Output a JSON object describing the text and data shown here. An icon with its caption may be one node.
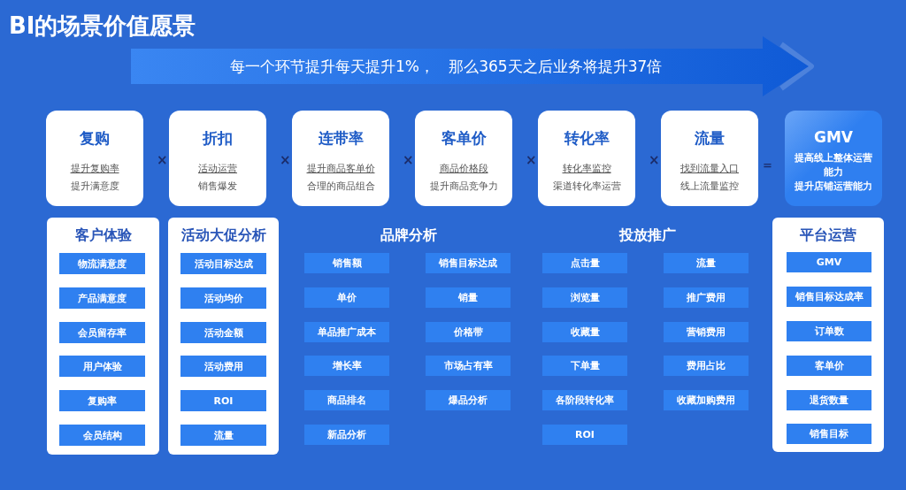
{
  "diagram": {
    "title": "BI的场景价值愿景",
    "nodes": [
      {
        "text": [
          "每一个环节提升每天提升1%，   那么365天之后业务将提升37倍"
        ]
      },
      {
        "text": [
          "复购",
          "提升复购率",
          "提升满意度"
        ]
      },
      {
        "text": [
          "折扣",
          "活动运营",
          "销售爆发"
        ]
      },
      {
        "text": [
          "连带率",
          "提升商品客单价",
          "合理的商品组合"
        ]
      },
      {
        "text": [
          "客单价",
          "商品价格段",
          "提升商品竞争力"
        ]
      },
      {
        "text": [
          "转化率",
          "转化率监控",
          "渠道转化率运营"
        ]
      },
      {
        "text": [
          "流量",
          "找到流量入口",
          "线上流量监控"
        ]
      },
      {
        "text": [
          "GMV",
          "提高线上整体运营能力",
          "提升店铺运营能力"
        ]
      },
      {
        "text": [
          "客户体验"
        ]
      },
      {
        "text": [
          "物流满意度"
        ],
        "in": 8
      },
      {
        "text": [
          "产品满意度"
        ],
        "in": 8
      },
      {
        "text": [
          "会员留存率"
        ],
        "in": 8
      },
      {
        "text": [
          "用户体验"
        ],
        "in": 8
      },
      {
        "text": [
          "复购率"
        ],
        "in": 8
      },
      {
        "text": [
          "会员结构"
        ],
        "in": 8
      },
      {
        "text": [
          "活动大促分析"
        ]
      },
      {
        "text": [
          "活动目标达成"
        ],
        "in": 15
      },
      {
        "text": [
          "活动均价"
        ],
        "in": 15
      },
      {
        "text": [
          "活动金额"
        ],
        "in": 15
      },
      {
        "text": [
          "活动费用"
        ],
        "in": 15
      },
      {
        "text": [
          "ROI"
        ],
        "in": 15
      },
      {
        "text": [
          "流量"
        ],
        "in": 15
      },
      {
        "text": [
          "销售额"
        ]
      },
      {
        "text": [
          "销售目标达成"
        ]
      },
      {
        "text": [
          "单价"
        ]
      },
      {
        "text": [
          "销量"
        ]
      },
      {
        "text": [
          "单品推广成本"
        ]
      },
      {
        "text": [
          "价格带"
        ]
      },
      {
        "text": [
          "增长率"
        ]
      },
      {
        "text": [
          "市场占有率"
        ]
      },
      {
        "text": [
          "商品排名"
        ]
      },
      {
        "text": [
          "爆品分析"
        ]
      },
      {
        "text": [
          "新品分析"
        ]
      },
      {
        "text": [
          "点击量"
        ]
      },
      {
        "text": [
          "流量"
        ]
      },
      {
        "text": [
          "浏览量"
        ]
      },
      {
        "text": [
          "推广费用"
        ]
      },
      {
        "text": [
          "收藏量"
        ]
      },
      {
        "text": [
          "营销费用"
        ]
      },
      {
        "text": [
          "下单量"
        ]
      },
      {
        "text": [
          "费用占比"
        ]
      },
      {
        "text": [
          "各阶段转化率"
        ]
      },
      {
        "text": [
          "收藏加购费用"
        ]
      },
      {
        "text": [
          "ROI"
        ]
      },
      {
        "text": [
          "平台运营"
        ]
      },
      {
        "text": [
          "GMV"
        ],
        "in": 44
      },
      {
        "text": [
          "销售目标达成率"
        ],
        "in": 44
      },
      {
        "text": [
          "订单数"
        ],
        "in": 44
      },
      {
        "text": [
          "客单价"
        ],
        "in": 44
      },
      {
        "text": [
          "退货数量"
        ],
        "in": 44
      },
      {
        "text": [
          "销售目标"
        ],
        "in": 44
      }
    ],
    "labels": [
      "×",
      "×",
      "×",
      "×",
      "×",
      "=",
      "品牌分析",
      "投放推广"
    ]
  }
}
